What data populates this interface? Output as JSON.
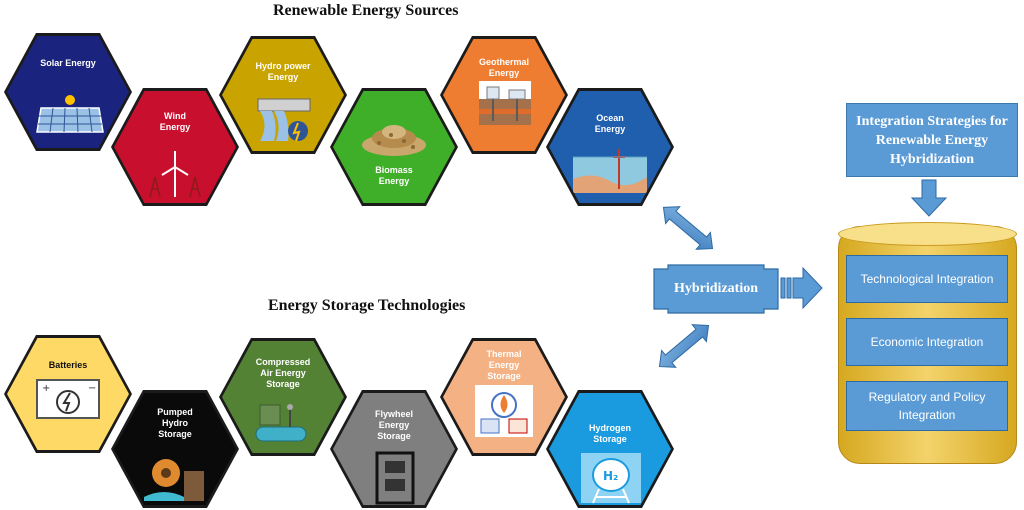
{
  "titles": {
    "sources": "Renewable Energy Sources",
    "storage": "Energy Storage Technologies"
  },
  "sources": [
    {
      "label": "Solar Energy",
      "color": "#1a237e",
      "text": "#ffffff",
      "icon": "solar-panel-icon"
    },
    {
      "label": "Wind\nEnergy",
      "color": "#c8102e",
      "text": "#ffffff",
      "icon": "wind-turbine-icon"
    },
    {
      "label": "Hydro power\nEnergy",
      "color": "#c9a400",
      "text": "#ffffff",
      "icon": "dam-icon"
    },
    {
      "label": "Biomass\nEnergy",
      "color": "#3fae29",
      "text": "#ffffff",
      "icon": "biomass-pile-icon"
    },
    {
      "label": "Geothermal\nEnergy",
      "color": "#ee7d31",
      "text": "#ffffff",
      "icon": "geothermal-plant-icon"
    },
    {
      "label": "Ocean\nEnergy",
      "color": "#1f5fae",
      "text": "#ffffff",
      "icon": "ocean-platform-icon"
    }
  ],
  "storage": [
    {
      "label": "Batteries",
      "color": "#ffd966",
      "text": "#111111",
      "icon": "battery-icon"
    },
    {
      "label": "Pumped\nHydro\nStorage",
      "color": "#0a0a0a",
      "text": "#ffffff",
      "icon": "pumped-hydro-icon"
    },
    {
      "label": "Compressed\nAir Energy\nStorage",
      "color": "#548235",
      "text": "#ffffff",
      "icon": "compressed-air-icon"
    },
    {
      "label": "Flywheel\nEnergy\nStorage",
      "color": "#7f7f7f",
      "text": "#ffffff",
      "icon": "flywheel-icon"
    },
    {
      "label": "Thermal\nEnergy\nStorage",
      "color": "#f4b183",
      "text": "#ffffff",
      "icon": "thermal-storage-icon"
    },
    {
      "label": "Hydrogen\nStorage",
      "color": "#1a9be0",
      "text": "#ffffff",
      "icon": "hydrogen-tank-icon"
    }
  ],
  "hybridization": {
    "label": "Hybridization",
    "color": "#5b9bd5"
  },
  "strategies": {
    "title": "Integration Strategies for Renewable Energy Hybridization",
    "items": [
      "Technological Integration",
      "Economic Integration",
      "Regulatory and Policy Integration"
    ]
  }
}
